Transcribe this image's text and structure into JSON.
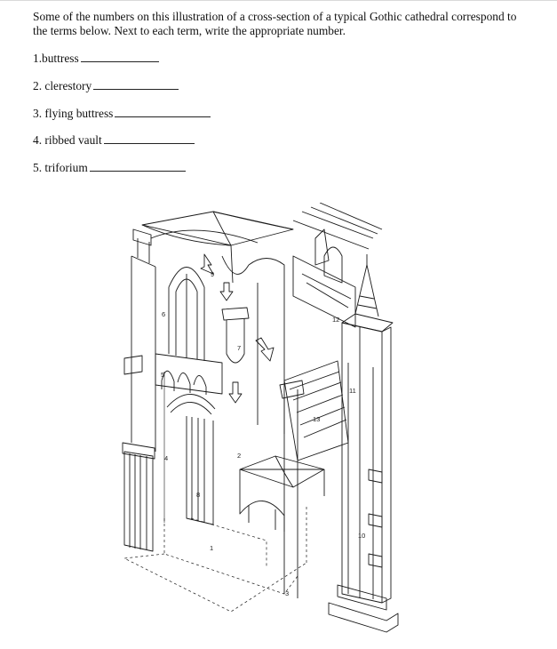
{
  "worksheet": {
    "instructions": "Some of the numbers on this illustration of a cross-section of a typical Gothic cathedral correspond to the terms below. Next to each term, write the appropriate number.",
    "terms": [
      {
        "label": "1.buttress"
      },
      {
        "label": "2. clerestory"
      },
      {
        "label": "3. flying buttress"
      },
      {
        "label": "4. ribbed vault"
      },
      {
        "label": "5. triforium"
      }
    ]
  },
  "figure": {
    "numbers": [
      "1",
      "2",
      "3",
      "4",
      "5",
      "6",
      "7",
      "8",
      "9",
      "10",
      "11",
      "12",
      "13"
    ]
  }
}
